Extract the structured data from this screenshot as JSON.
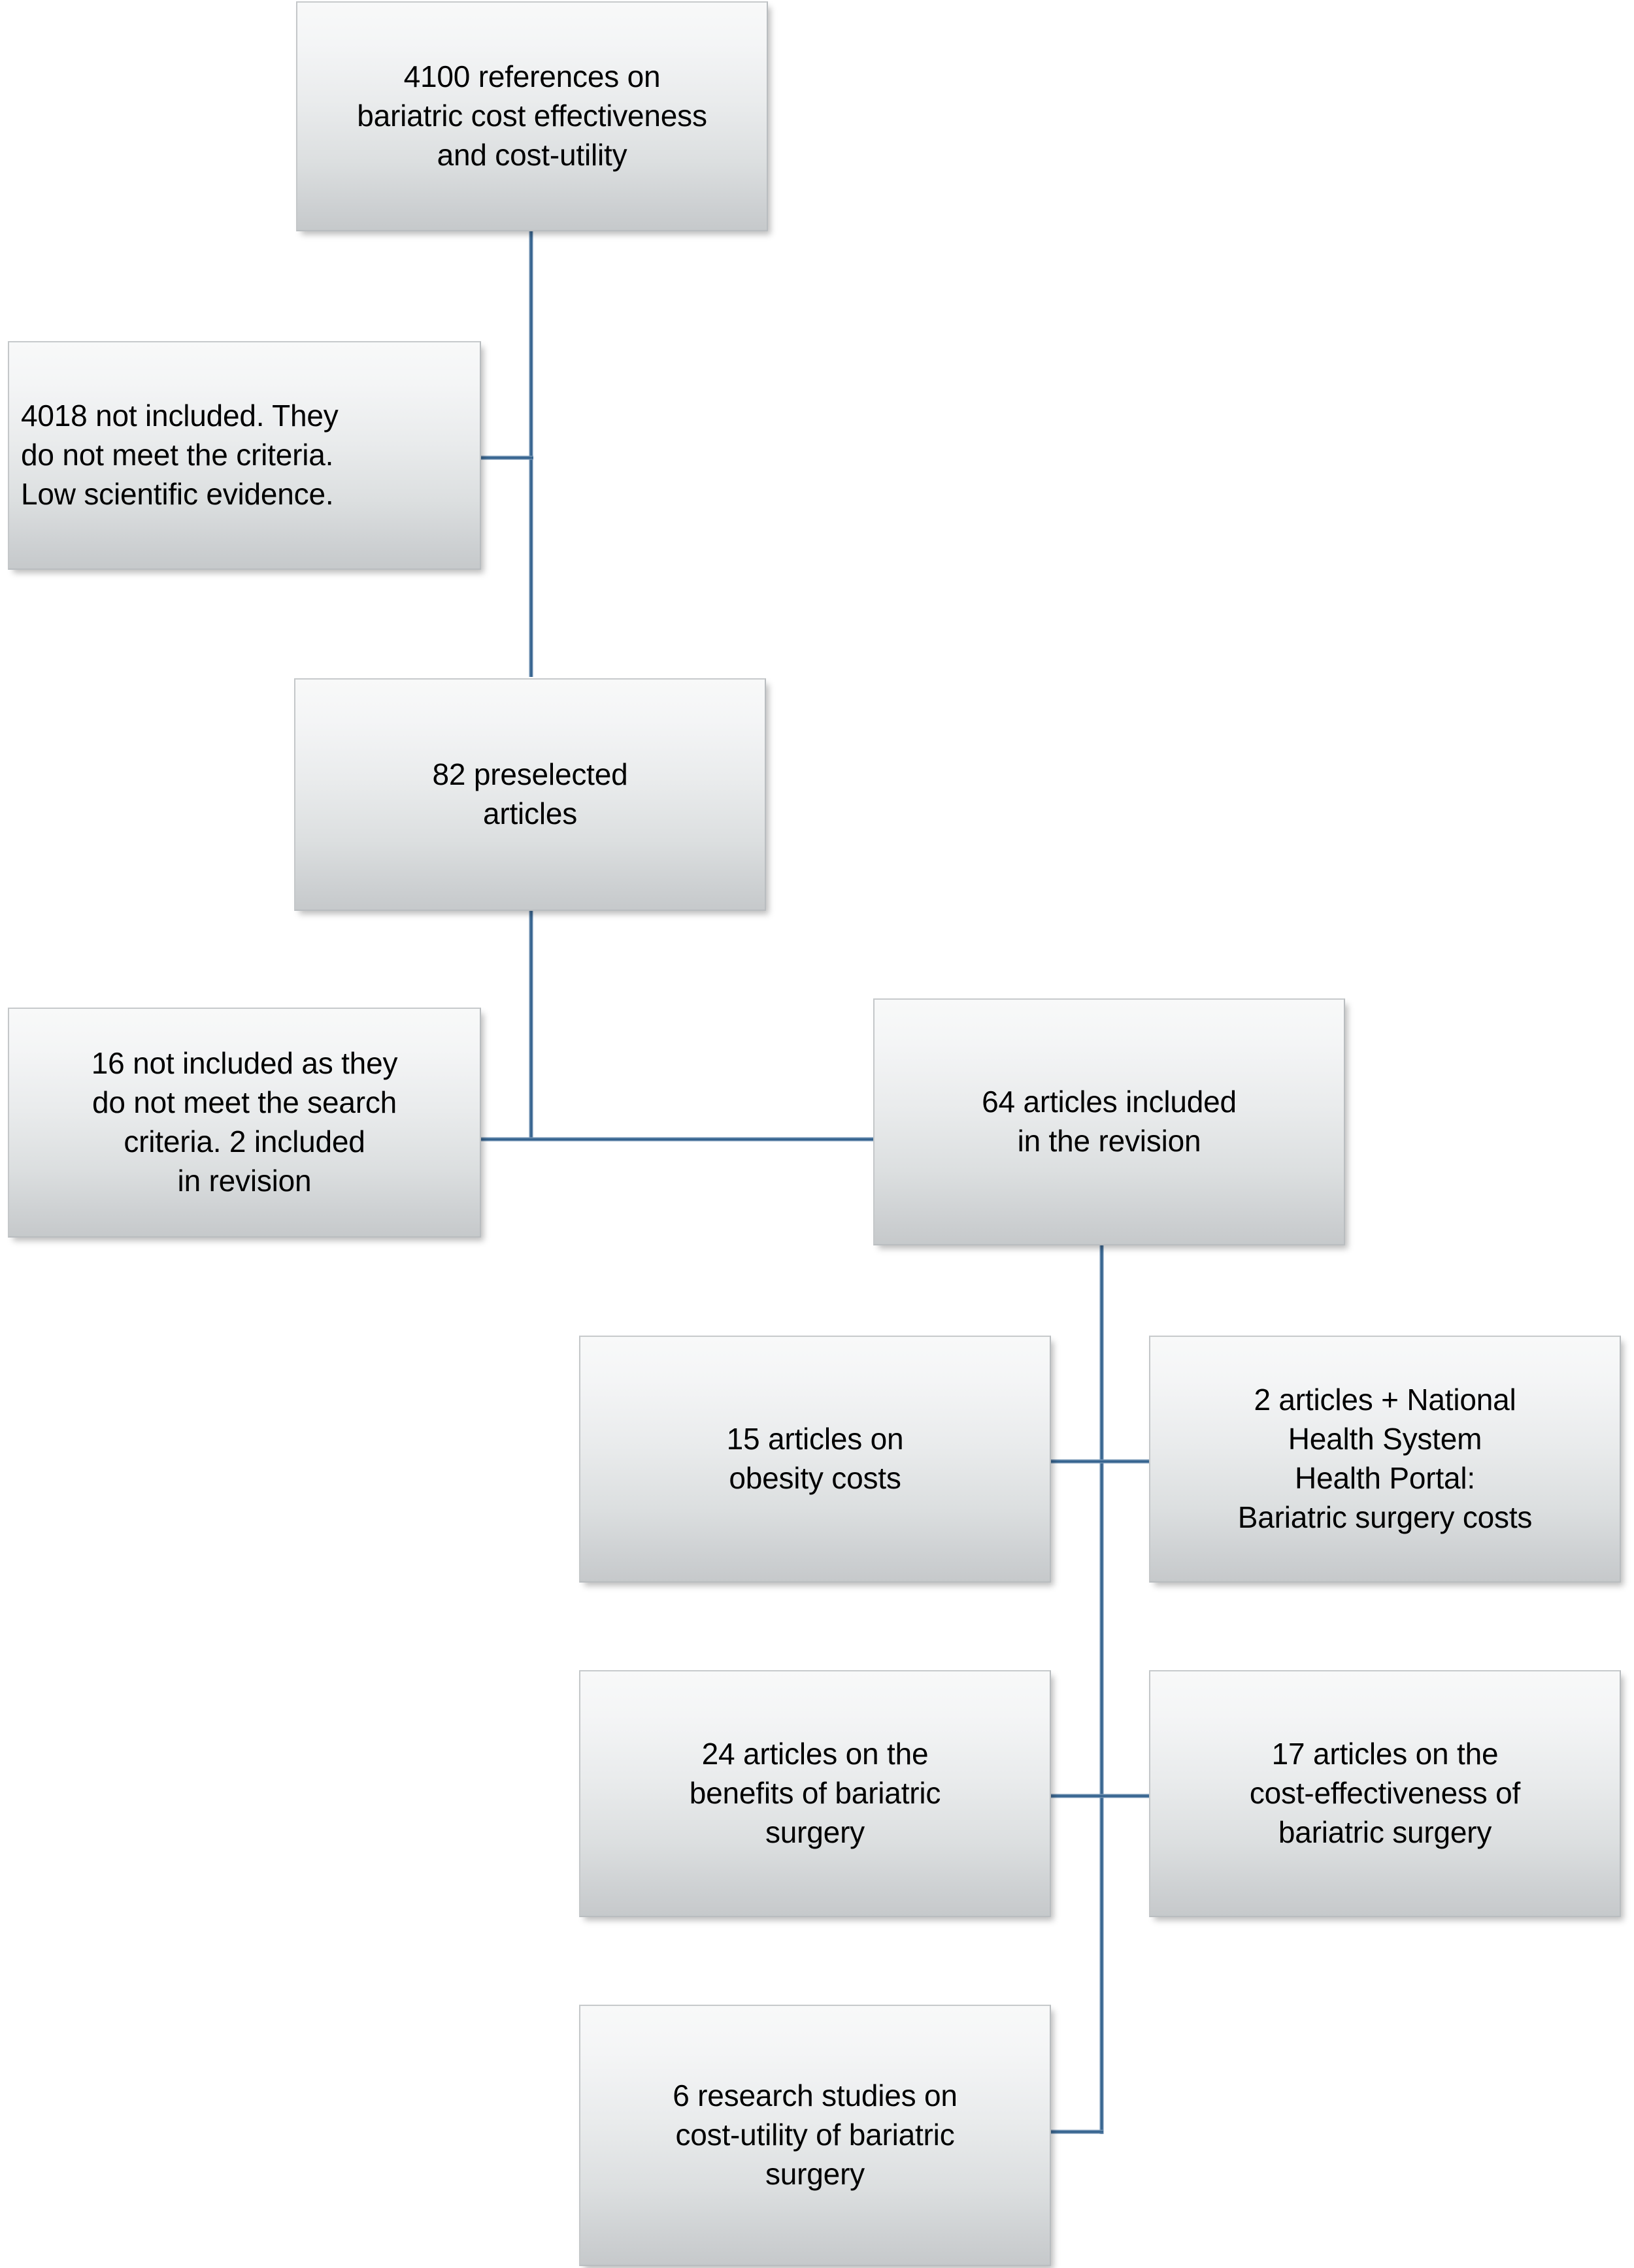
{
  "diagram": {
    "type": "flowchart",
    "title": "Literature selection flow for bariatric cost effectiveness and cost-utility review",
    "line_color": "#31608c",
    "box_fill_top": "#f8f9f9",
    "box_fill_bottom": "#c6c9cb",
    "box_border_color": "#b9bdc0",
    "text_color": "#000000",
    "nodes": [
      {
        "id": "references",
        "text": "4100 references on\nbariatric cost effectiveness\nand cost-utility",
        "align": "center"
      },
      {
        "id": "excluded-4018",
        "text": "4018 not included. They\ndo not meet the criteria.\nLow scientific evidence.",
        "align": "left"
      },
      {
        "id": "preselected-82",
        "text": "82 preselected\narticles",
        "align": "center"
      },
      {
        "id": "excluded-16",
        "text": "16 not included as they\ndo not meet the search\ncriteria. 2 included\nin revision",
        "align": "center"
      },
      {
        "id": "included-64",
        "text": "64 articles included\nin the revision",
        "align": "center"
      },
      {
        "id": "obesity-costs-15",
        "text": "15 articles on\nobesity costs",
        "align": "center"
      },
      {
        "id": "national-health-portal-2",
        "text": "2 articles + National\nHealth System\nHealth Portal:\nBariatric surgery costs",
        "align": "center"
      },
      {
        "id": "benefits-24",
        "text": "24 articles on the\nbenefits of bariatric\nsurgery",
        "align": "center"
      },
      {
        "id": "cost-effectiveness-17",
        "text": "17 articles on the\ncost-effectiveness of\nbariatric surgery",
        "align": "center"
      },
      {
        "id": "cost-utility-6",
        "text": "6 research studies on\ncost-utility of bariatric\nsurgery",
        "align": "center"
      }
    ],
    "edges": [
      {
        "from": "references",
        "to": "preselected-82",
        "kind": "vertical-trunk"
      },
      {
        "from": "references",
        "to": "excluded-4018",
        "kind": "side-branch-left"
      },
      {
        "from": "preselected-82",
        "to": "included-64",
        "kind": "tee-right"
      },
      {
        "from": "preselected-82",
        "to": "excluded-16",
        "kind": "tee-left"
      },
      {
        "from": "included-64",
        "to": "obesity-costs-15",
        "kind": "tee-left"
      },
      {
        "from": "included-64",
        "to": "national-health-portal-2",
        "kind": "tee-right"
      },
      {
        "from": "included-64",
        "to": "benefits-24",
        "kind": "tee-left"
      },
      {
        "from": "included-64",
        "to": "cost-effectiveness-17",
        "kind": "tee-right"
      },
      {
        "from": "included-64",
        "to": "cost-utility-6",
        "kind": "elbow-left"
      }
    ]
  }
}
